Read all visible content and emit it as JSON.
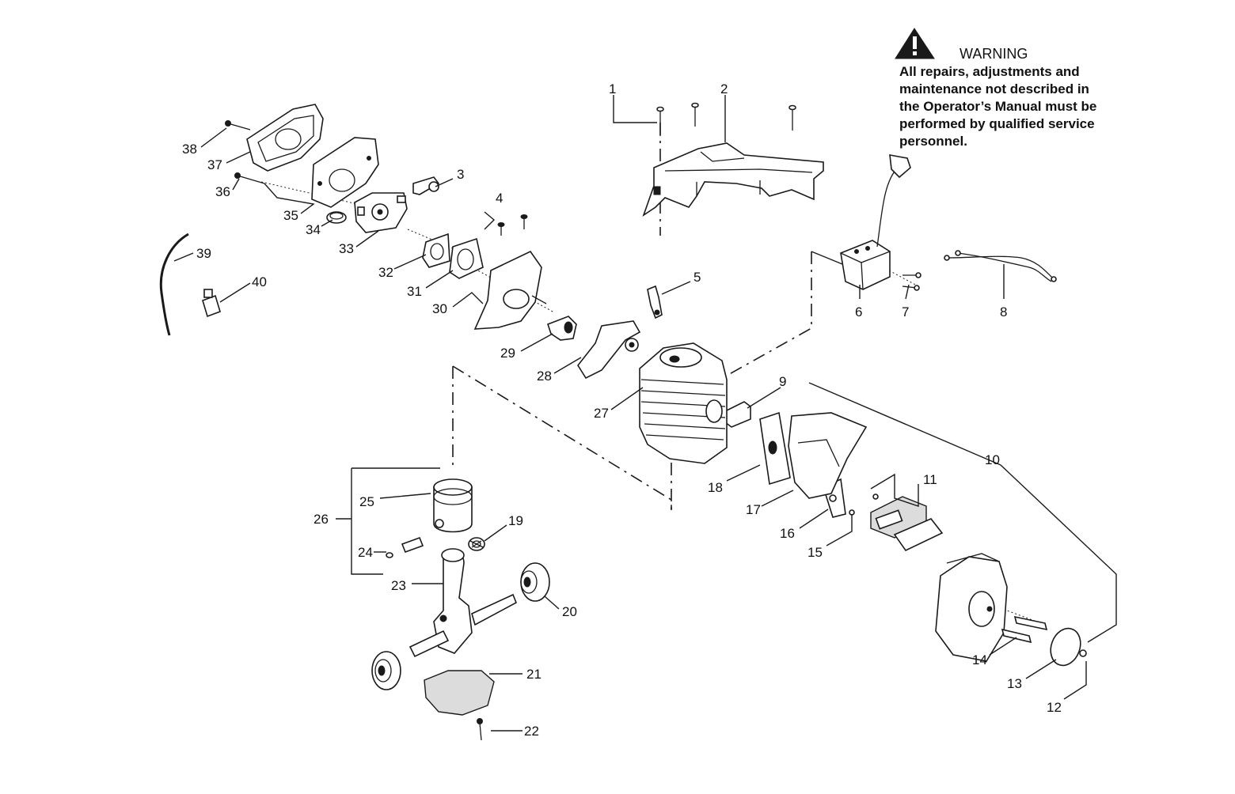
{
  "warning": {
    "title": "WARNING",
    "lines": [
      "All  repairs,  adjustments  and",
      "maintenance  not  described  in",
      "the Operator’s Manual must be",
      "performed by qualified  service",
      "personnel."
    ]
  },
  "callouts": [
    "1",
    "2",
    "3",
    "4",
    "5",
    "6",
    "7",
    "8",
    "9",
    "10",
    "11",
    "12",
    "13",
    "14",
    "15",
    "16",
    "17",
    "18",
    "19",
    "20",
    "21",
    "22",
    "23",
    "24",
    "25",
    "26",
    "27",
    "28",
    "29",
    "30",
    "31",
    "32",
    "33",
    "34",
    "35",
    "36",
    "37",
    "38",
    "39",
    "40"
  ]
}
